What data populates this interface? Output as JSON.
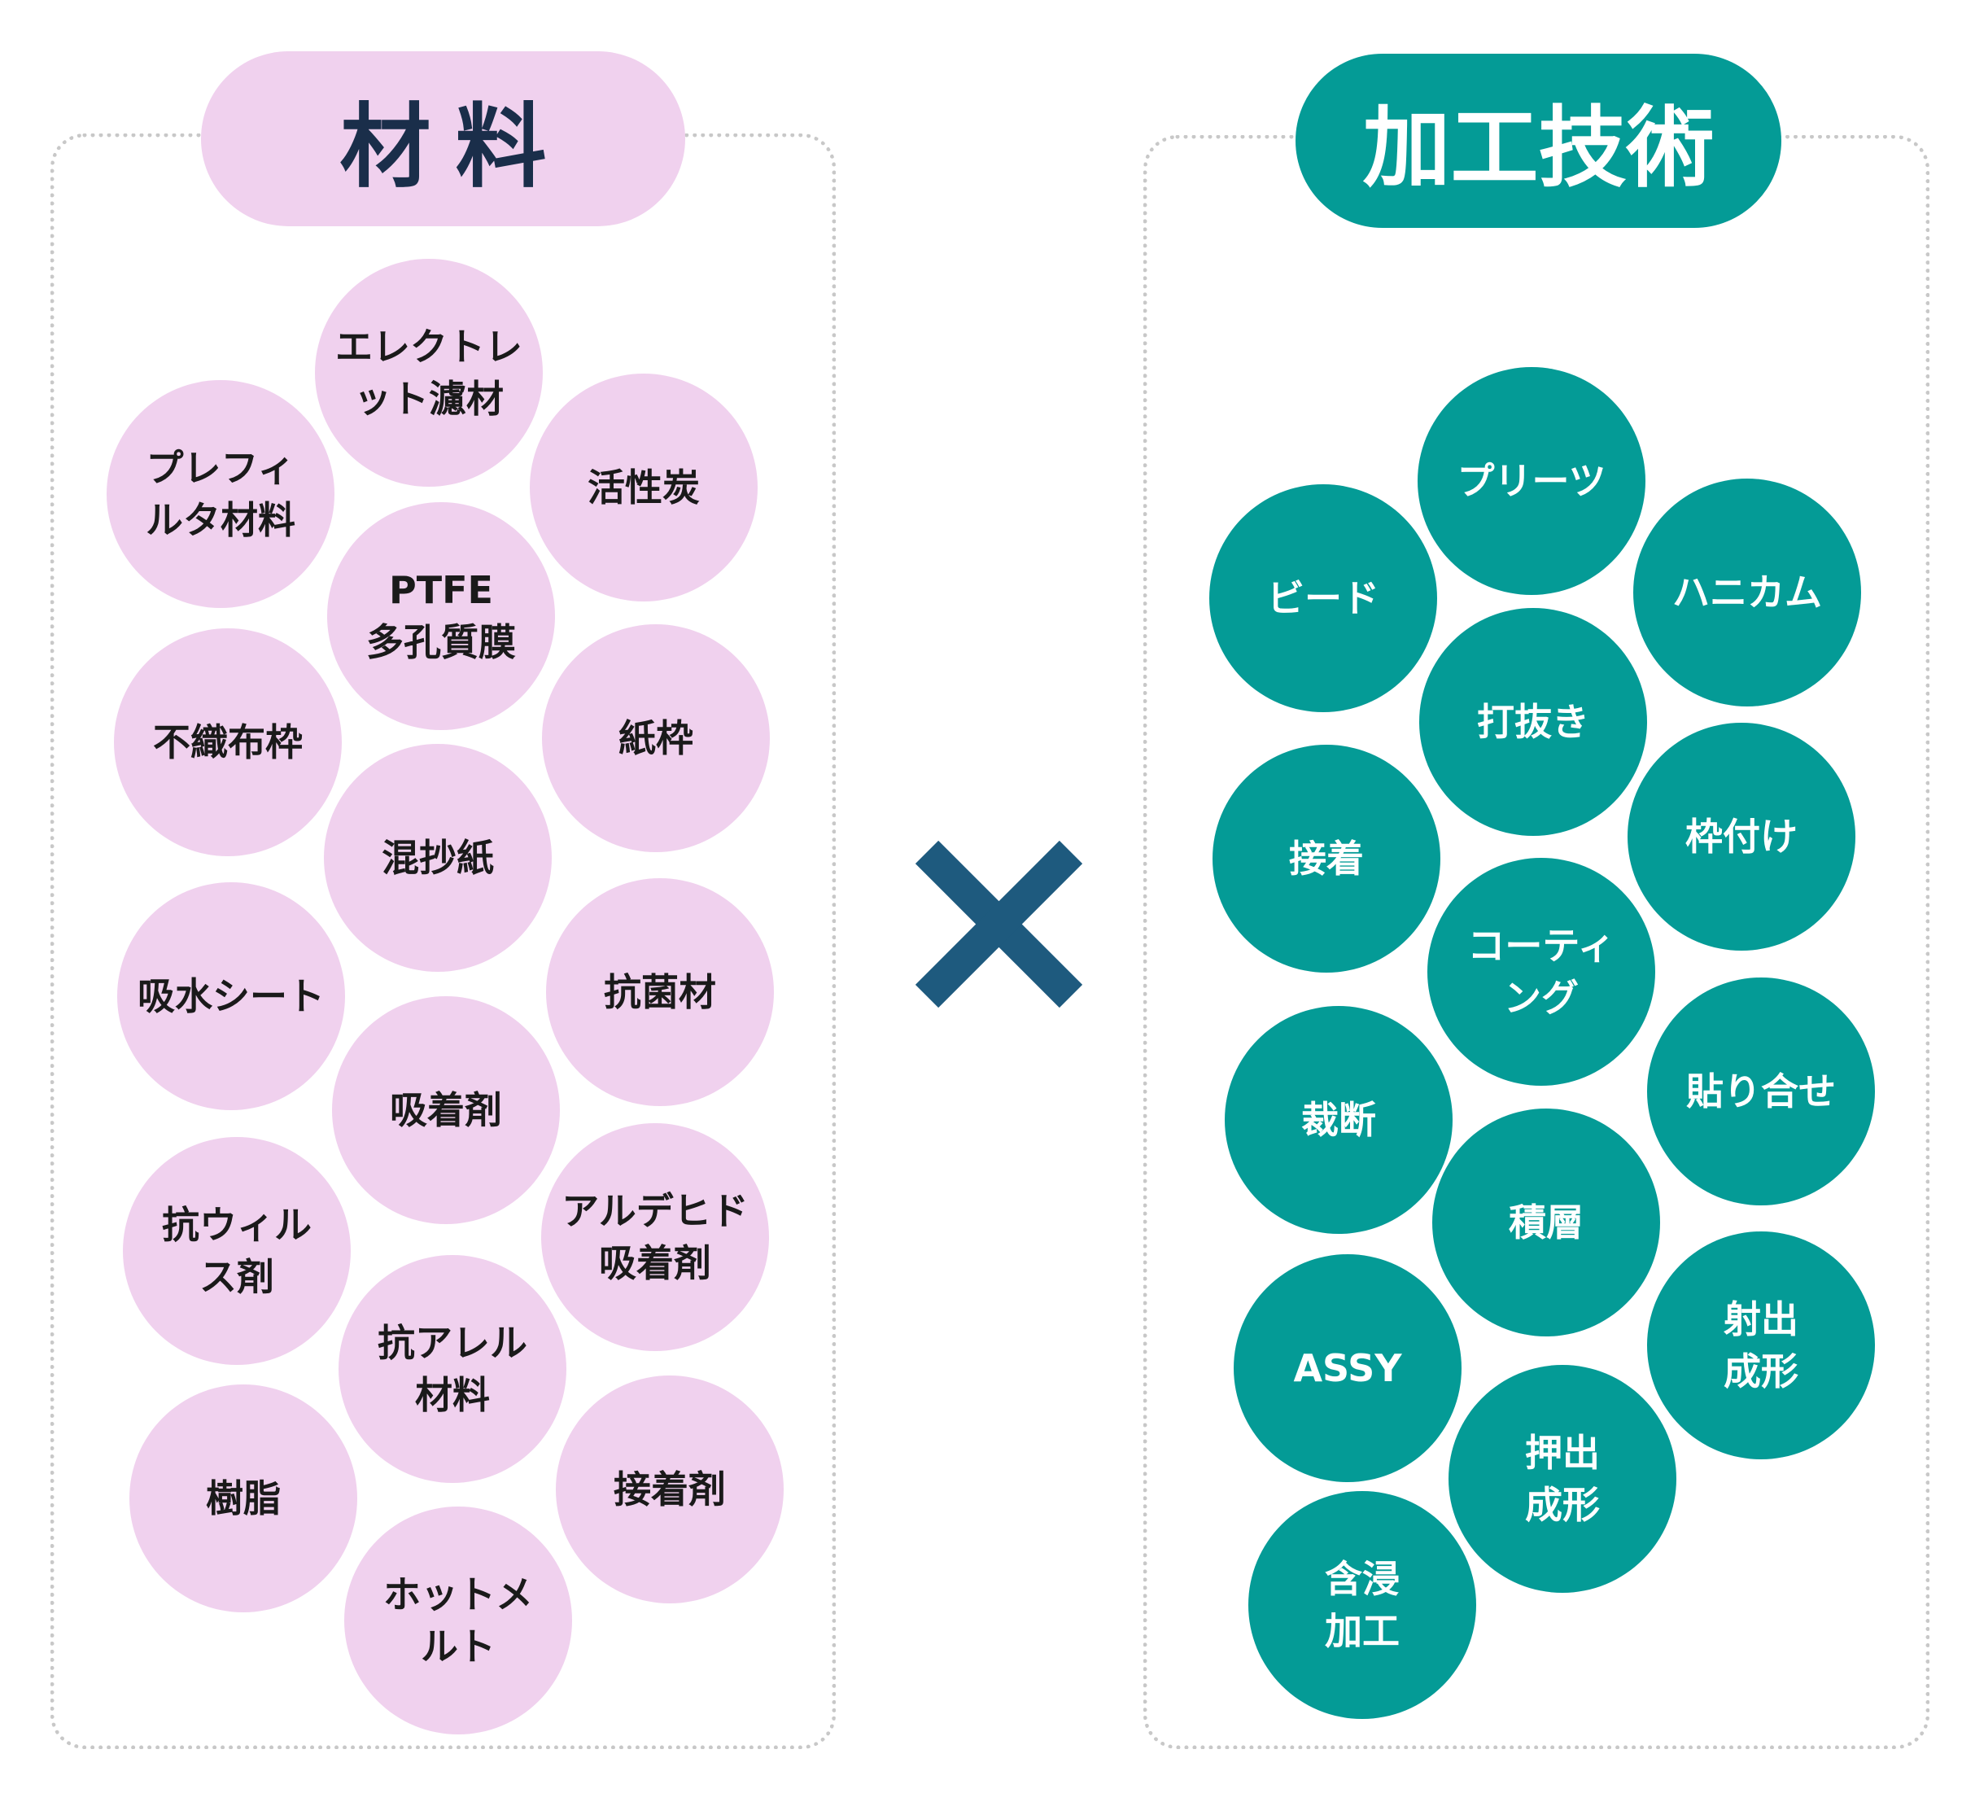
{
  "materials": {
    "title": "材料",
    "items": [
      [
        "エレクトレ",
        "ット濾材"
      ],
      [
        "プレフィ",
        "ルタ材料"
      ],
      [
        "活性炭"
      ],
      [
        "PTFE",
        "多孔質膜"
      ],
      [
        "不織布枠"
      ],
      [
        "紙枠"
      ],
      [
        "混抄紙"
      ],
      [
        "吸水シート"
      ],
      [
        "抗菌材"
      ],
      [
        "吸着剤"
      ],
      [
        "抗ウィル",
        "ス剤"
      ],
      [
        "アルデヒド",
        "吸着剤"
      ],
      [
        "抗アレル",
        "材料"
      ],
      [
        "樹脂"
      ],
      [
        "接着剤"
      ],
      [
        "ホットメ",
        "ルト"
      ]
    ]
  },
  "techniques": {
    "title": "加工技術",
    "items": [
      [
        "プリーツ"
      ],
      [
        "ビード"
      ],
      [
        "ハニカム"
      ],
      [
        "打抜き"
      ],
      [
        "接着"
      ],
      [
        "枠付け"
      ],
      [
        "コーティ",
        "ング"
      ],
      [
        "裁断"
      ],
      [
        "貼り合せ"
      ],
      [
        "積層"
      ],
      [
        "ASSY"
      ],
      [
        "射出",
        "成形"
      ],
      [
        "押出",
        "成形"
      ],
      [
        "含浸",
        "加工"
      ]
    ]
  },
  "operator": "×",
  "colors": {
    "materials_fill": "#f0d1ee",
    "techniques_fill": "#049b96",
    "title_text": "#1a2e4a",
    "cross": "#1e5a7e",
    "panel_border": "#c8c8c8"
  }
}
